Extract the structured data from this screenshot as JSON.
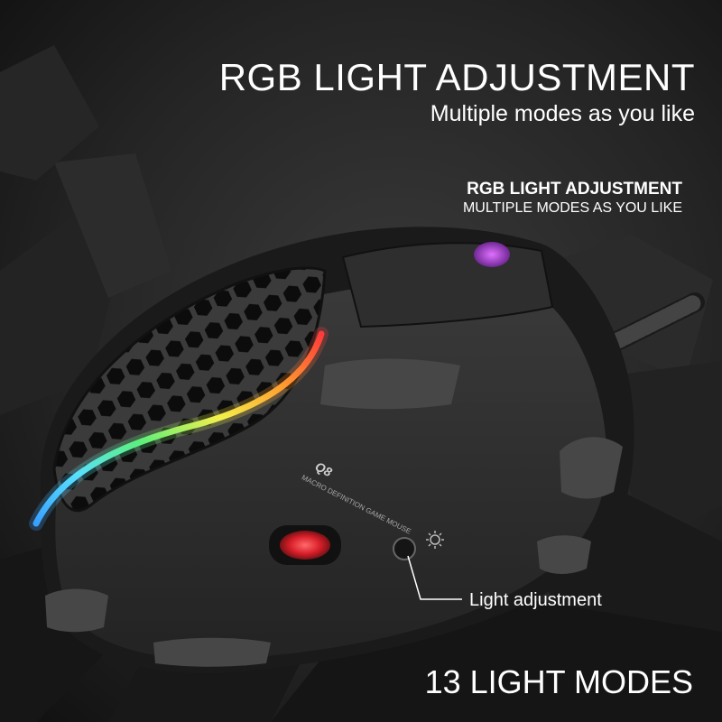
{
  "headline": {
    "title": "RGB LIGHT ADJUSTMENT",
    "subtitle": "Multiple modes as you like"
  },
  "secondary_headline": {
    "title": "RGB LIGHT ADJUSTMENT",
    "subtitle": "MULTIPLE MODES AS YOU LIKE"
  },
  "product": {
    "model": "Q8",
    "tagline": "MACRO DEFINITION GAME MOUSE"
  },
  "callout": {
    "label": "Light adjustment"
  },
  "footer": {
    "modes": "13 LIGHT MODES"
  },
  "colors": {
    "background": "#1c1c1c",
    "text": "#ffffff",
    "mouse_body": "#2a2a2a",
    "sensor_glow": "#d81f2a"
  },
  "icons": [
    "sun-icon"
  ]
}
